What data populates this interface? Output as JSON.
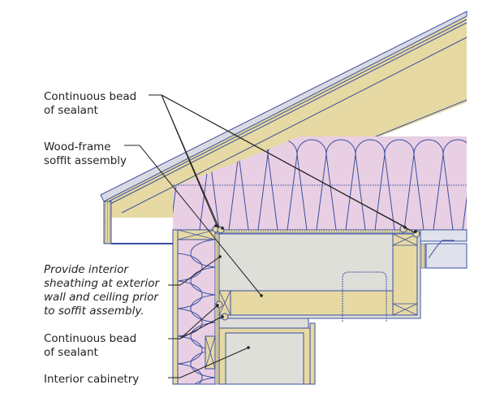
{
  "diagram": {
    "title": "Wood-frame soffit section at exterior wall and ceiling",
    "colors": {
      "wood": "#e6d9a3",
      "insulation": "#e8cfe3",
      "drywall": "#dfdfda",
      "outline": "#3a4fa0",
      "leader": "#231f20",
      "roofing": "#d9dbe3"
    },
    "labels": {
      "sealant_top": [
        "Continuous bead",
        "of sealant"
      ],
      "soffit": [
        "Wood-frame",
        "soffit assembly"
      ],
      "note": [
        "Provide interior",
        "sheathing at exterior",
        "wall and ceiling prior",
        "to soffit assembly."
      ],
      "sealant_bottom": [
        "Continuous bead",
        "of sealant"
      ],
      "cabinetry": [
        "Interior cabinetry"
      ]
    }
  }
}
